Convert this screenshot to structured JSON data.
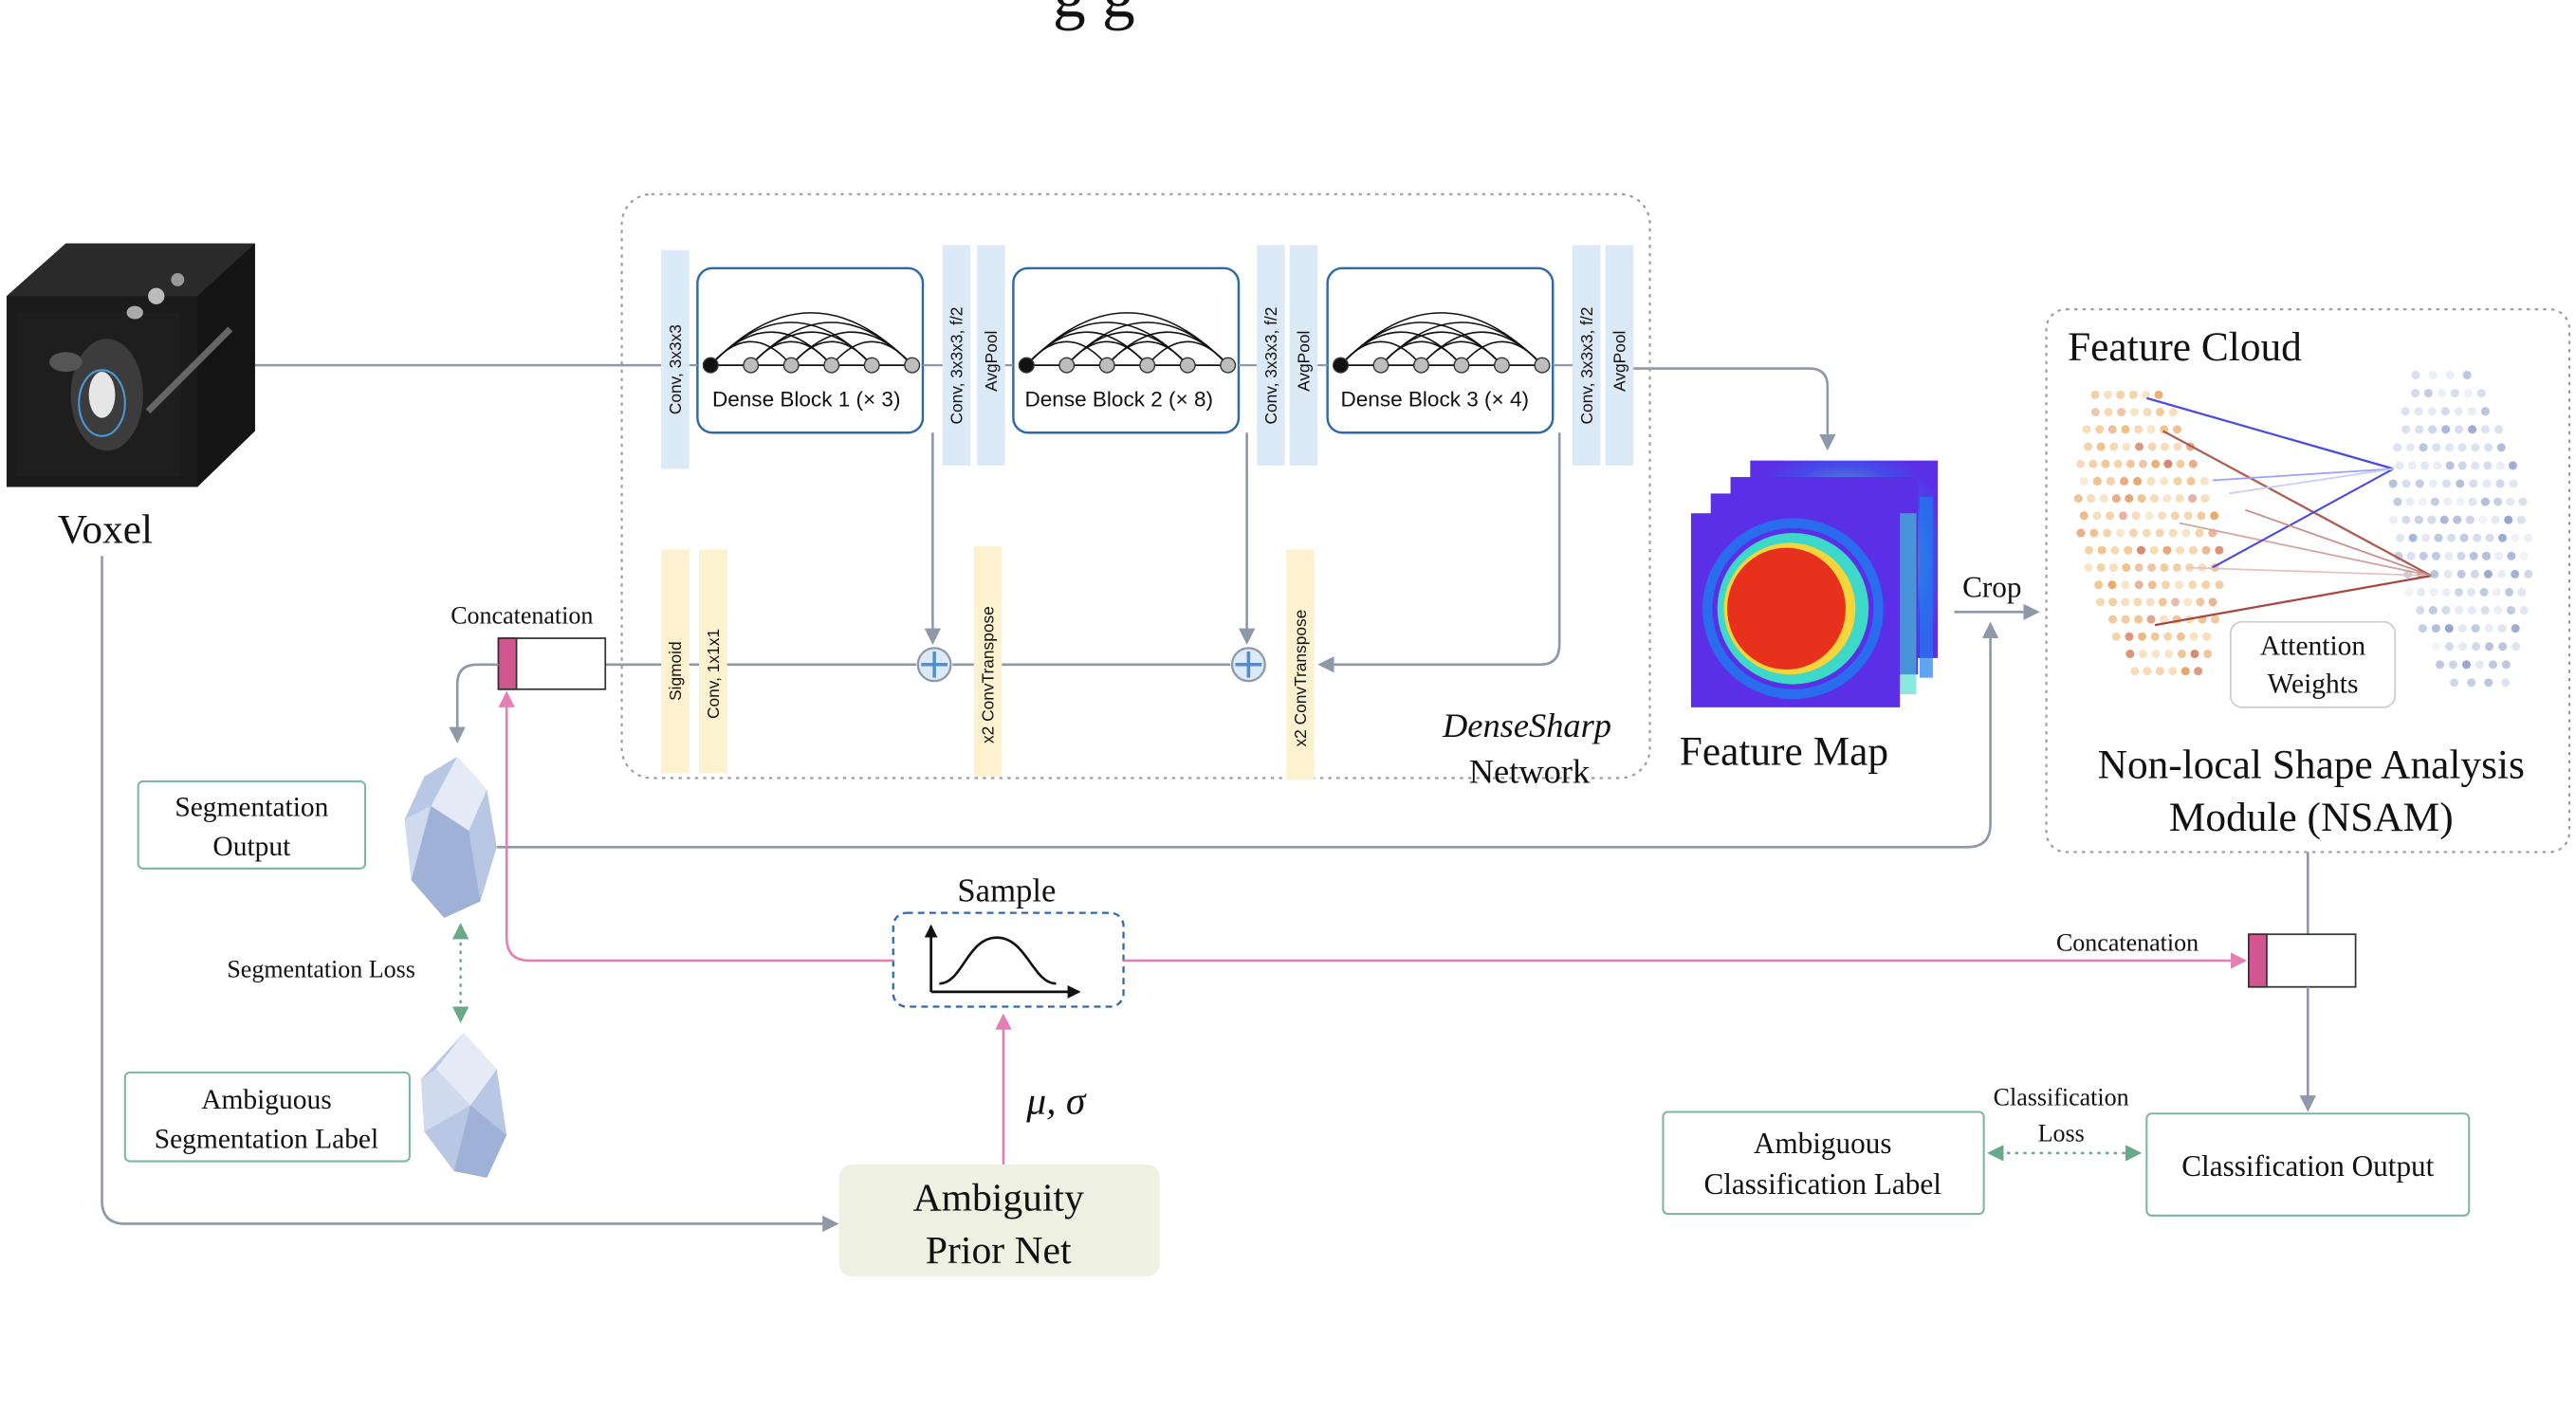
{
  "title_partial": "g g",
  "voxel": {
    "label": "Voxel"
  },
  "densesharp": {
    "name_italic": "DenseSharp",
    "name_rest": "Network",
    "layers": {
      "conv_in": "Conv, 3x3x3",
      "dense_block_1": "Dense Block 1 (× 3)",
      "conv_f2": "Conv, 3x3x3, f/2",
      "avgpool": "AvgPool",
      "dense_block_2": "Dense Block 2 (× 8)",
      "dense_block_3": "Dense Block 3 (× 4)",
      "sigmoid": "Sigmoid",
      "conv_1x1": "Conv, 1x1x1",
      "conv_transpose": "x2 ConvTranspose"
    }
  },
  "labels": {
    "concatenation": "Concatenation",
    "segmentation_output": [
      "Segmentation",
      "Output"
    ],
    "segmentation_loss": "Segmentation Loss",
    "ambiguous_seg_label": [
      "Ambiguous",
      "Segmentation Label"
    ],
    "sample": "Sample",
    "mu_sigma": "μ,  σ",
    "ambiguity_prior_net": [
      "Ambiguity",
      "Prior Net"
    ],
    "feature_map": "Feature Map",
    "crop": "Crop",
    "feature_cloud": "Feature Cloud",
    "attention_weights": [
      "Attention",
      "Weights"
    ],
    "nsam": [
      "Non-local Shape Analysis",
      "Module (NSAM)"
    ],
    "classification_loss": [
      "Classification",
      "Loss"
    ],
    "ambiguous_class_label": [
      "Ambiguous",
      "Classification Label"
    ],
    "classification_output": "Classification Output"
  },
  "colors": {
    "gray_arrow": "#8f98a8",
    "pink_arrow": "#e57fb3",
    "green_arrow": "#6aa88a",
    "block_blue": "#2e69a8",
    "conv_blue_fill": "#dce9f6",
    "conv_yellow_fill": "#fdf2cf",
    "concat_pink": "#d2568f",
    "teal_box": "#7fb6a3",
    "prior_fill": "#eef1e2"
  }
}
